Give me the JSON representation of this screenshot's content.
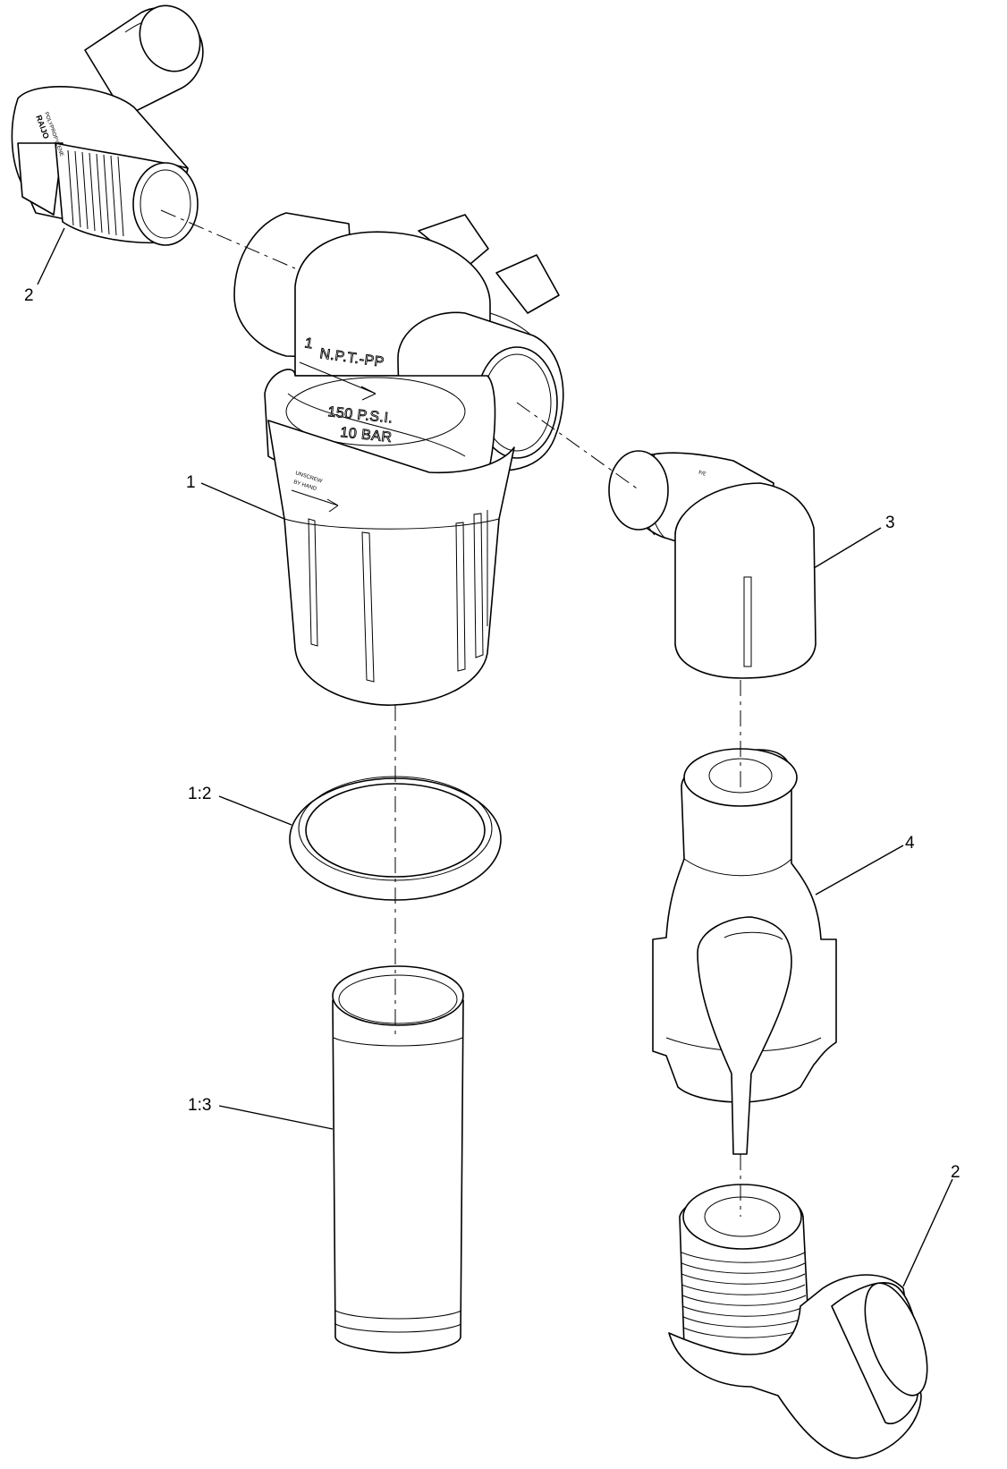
{
  "callouts": {
    "part_1": "1",
    "part_1_2": "1:2",
    "part_1_3": "1:3",
    "part_2_top": "2",
    "part_2_bottom": "2",
    "part_3": "3",
    "part_4": "4"
  },
  "markings": {
    "strainer_size": "1",
    "strainer_npt": "N.P.T.-PP",
    "strainer_pressure_psi": "150 P.S.I.",
    "strainer_pressure_bar": "10 BAR",
    "strainer_unscrew": "UNSCREW",
    "strainer_by_hand": "BY HAND",
    "elbow_brand": "RAIJO",
    "elbow_material": "POLYPROPYLENE",
    "elbow3_size": "3/4"
  }
}
